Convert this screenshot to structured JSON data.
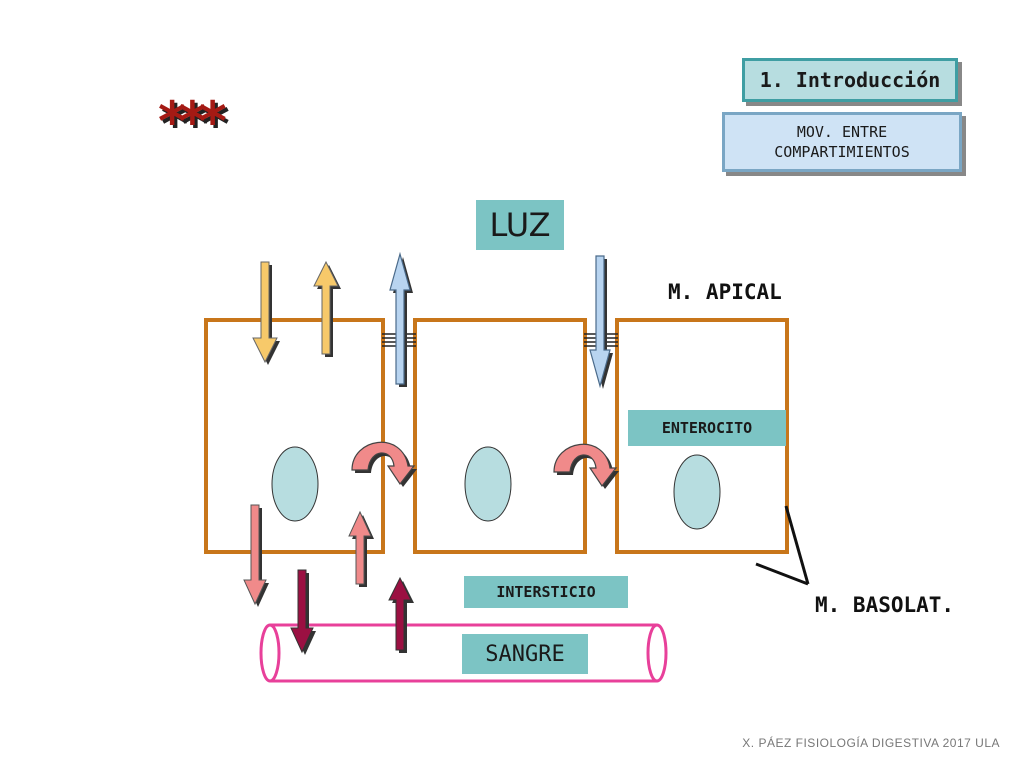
{
  "header": {
    "section_label": "1. Introducción",
    "subtopic_label": "MOV. ENTRE COMPARTIMIENTOS",
    "stars": "***"
  },
  "diagram": {
    "lumen_label": "LUZ",
    "apical_label": "M. APICAL",
    "cell_label": "ENTEROCITO",
    "interstitium_label": "INTERSTICIO",
    "blood_label": "SANGRE",
    "basolateral_label": "M. BASOLAT."
  },
  "footer": {
    "credit": "X. PÁEZ   FISIOLOGÍA DIGESTIVA 2017 ULA"
  },
  "colors": {
    "cell_border": "#c8761a",
    "nucleus": "#b7dde0",
    "label_bg": "#7cc4c4",
    "arrow_yellow": "#f7c96a",
    "arrow_blue": "#b8d4f0",
    "arrow_pink": "#f08a8a",
    "arrow_maroon": "#9b1042",
    "vessel": "#e8409a"
  }
}
